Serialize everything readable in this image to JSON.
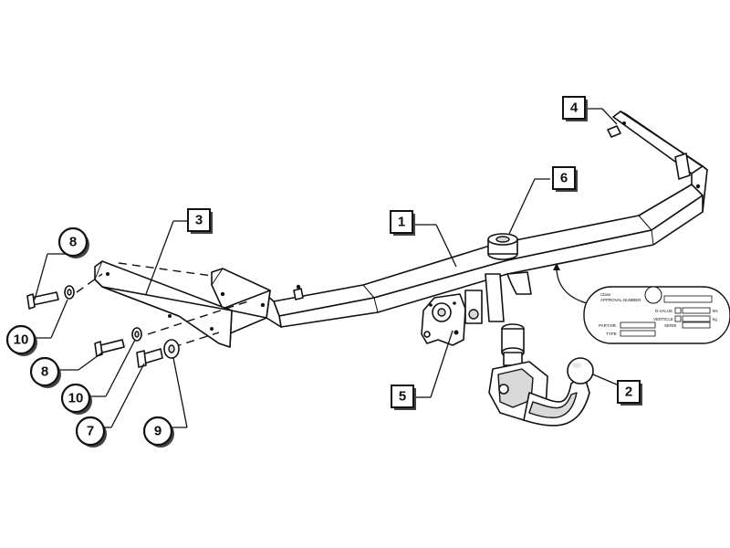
{
  "callouts": {
    "c1": "1",
    "c2": "2",
    "c3": "3",
    "c4": "4",
    "c5": "5",
    "c6": "6",
    "c7": "7",
    "c8a": "8",
    "c8b": "8",
    "c9": "9",
    "c10a": "10",
    "c10b": "10"
  },
  "plate": {
    "class_label": "Class",
    "approval_label": "APPROVAL NUMBER",
    "dvalue_label": "D-VALUE",
    "vertical_label": "VERTICLE",
    "serie_label": "SERIE",
    "partnr_label": "PART.NR.",
    "type_label": "TYPE",
    "unit_kn": "kN",
    "unit_kg": "kg"
  }
}
